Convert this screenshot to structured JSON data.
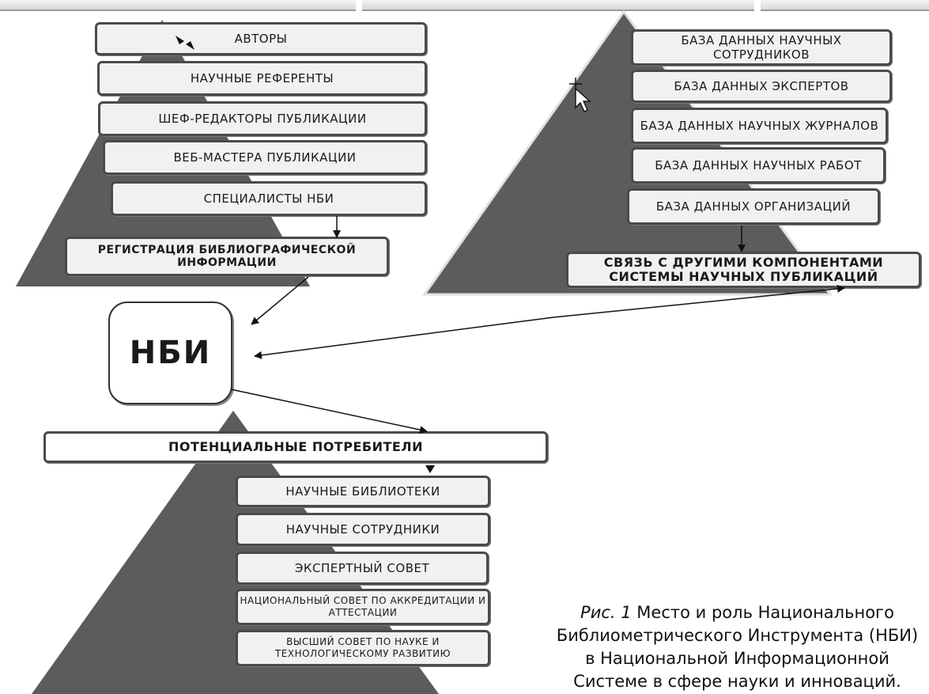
{
  "colors": {
    "triangle": "#5c5c5c",
    "box_fill": "#f1f1f1",
    "box_border": "#4a4a4a",
    "arrow": "#111111"
  },
  "authors_pyramid": {
    "items": [
      "АВТОРЫ",
      "НАУЧНЫЕ РЕФЕРЕНТЫ",
      "ШЕФ-РЕДАКТОРЫ  ПУБЛИКАЦИИ",
      "ВЕБ-МАСТЕРА ПУБЛИКАЦИИ",
      "СПЕЦИАЛИСТЫ НБИ"
    ],
    "registration": "РЕГИСТРАЦИЯ БИБЛИОГРАФИЧЕСКОЙ ИНФОРМАЦИИ"
  },
  "databases_pyramid": {
    "items": [
      "БАЗА ДАННЫХ НАУЧНЫХ СОТРУДНИКОВ",
      "БАЗА ДАННЫХ ЭКСПЕРТОВ",
      "БАЗА ДАННЫХ НАУЧНЫХ ЖУРНАЛОВ",
      "БАЗА ДАННЫХ НАУЧНЫХ РАБОТ",
      "БАЗА ДАННЫХ ОРГАНИЗАЦИЙ"
    ],
    "link": "СВЯЗЬ С ДРУГИМИ КОМПОНЕНТАМИ СИСТЕМЫ НАУЧНЫХ  ПУБЛИКАЦИЙ"
  },
  "center": {
    "label": "НБИ"
  },
  "consumers_pyramid": {
    "header": "ПОТЕНЦИАЛЬНЫЕ ПОТРЕБИТЕЛИ",
    "items": [
      "НАУЧНЫЕ БИБЛИОТЕКИ",
      "НАУЧНЫЕ СОТРУДНИКИ",
      "ЭКСПЕРТНЫЙ  СОВЕТ",
      "НАЦИОНАЛЬНЫЙ СОВЕТ ПО АККРЕДИТАЦИИ И  АТТЕСТАЦИИ",
      "ВЫСШИЙ СОВЕТ ПО НАУКЕ И ТЕХНОЛОГИЧЕСКОМУ РАЗВИТИЮ"
    ]
  },
  "caption": {
    "fig": "Рис. 1",
    "line1": " Место и роль Национального",
    "line2": "Библиометрического Инструмента (НБИ)",
    "line3": "в Национальной Информационной",
    "line4": "Системе в сфере науки и инноваций."
  }
}
